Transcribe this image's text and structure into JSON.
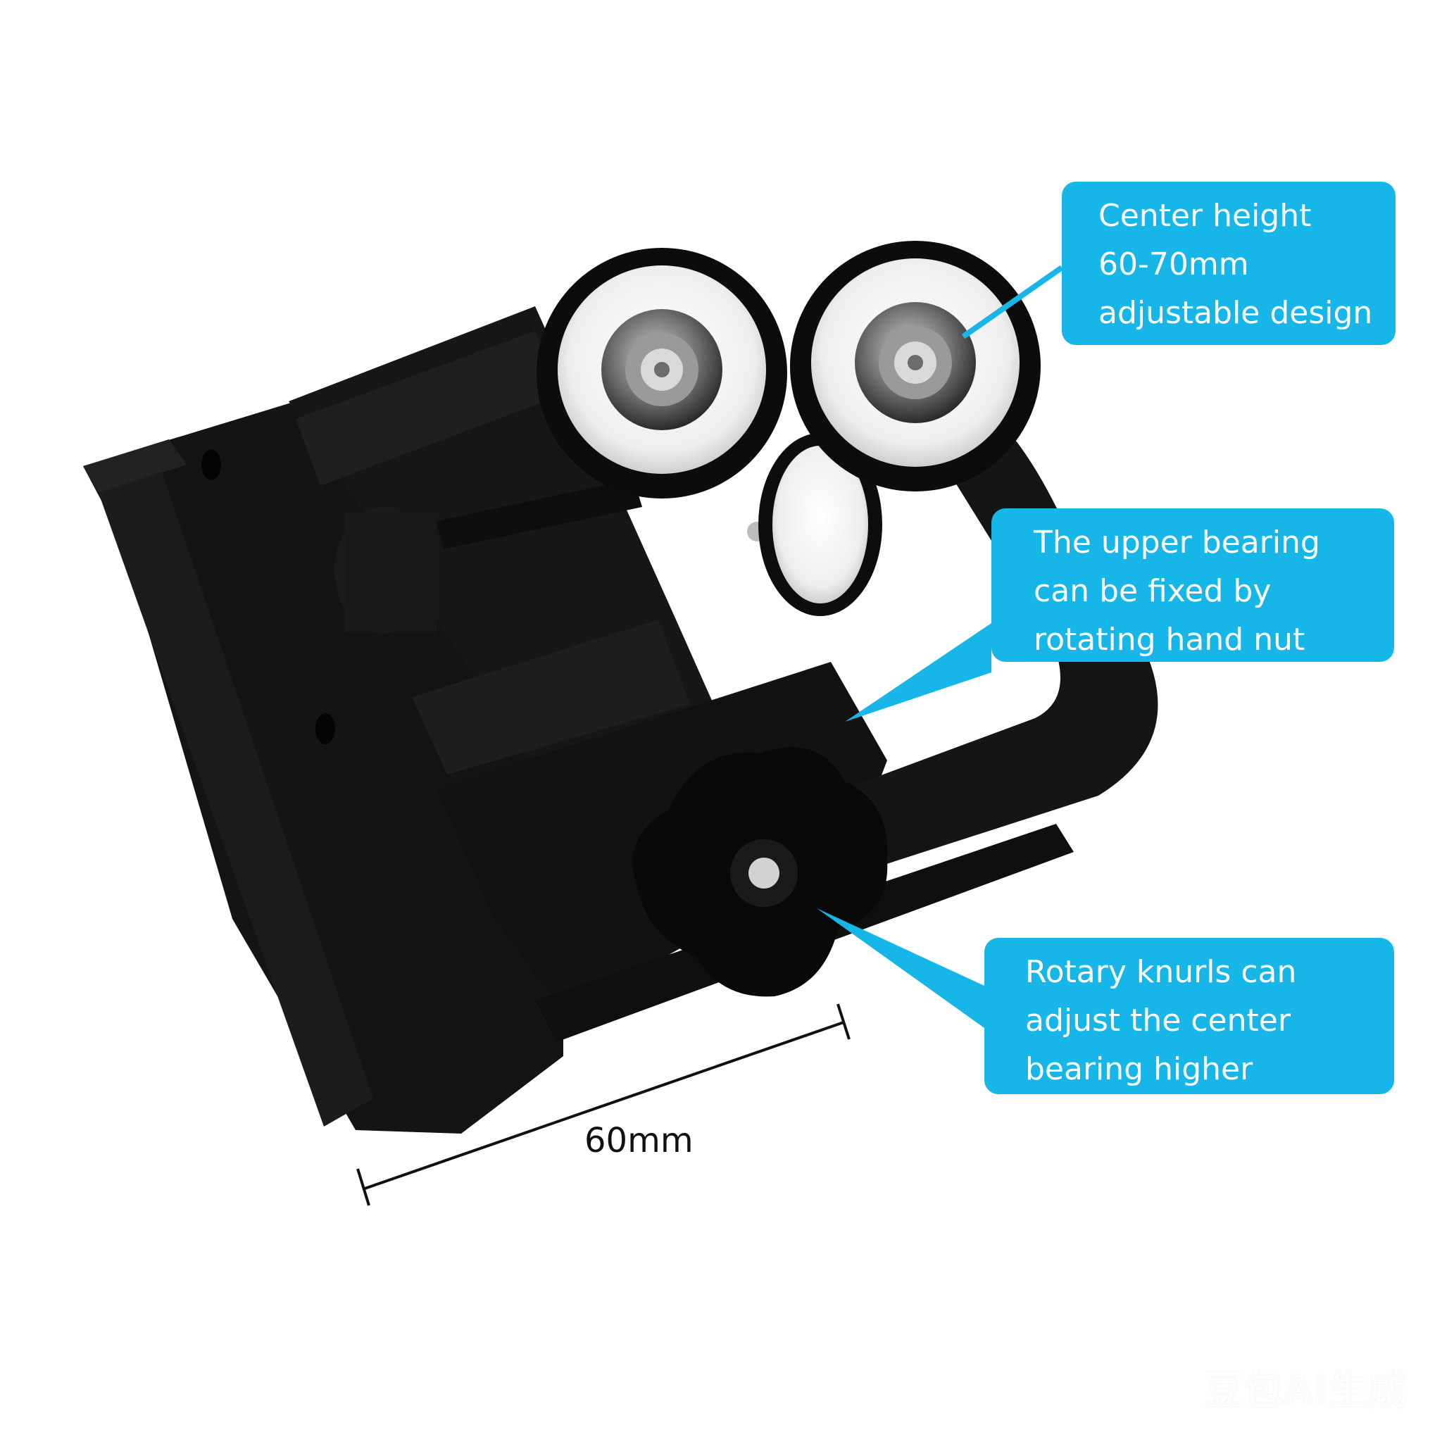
{
  "callouts": [
    {
      "lines": [
        "Center height",
        "60-70mm",
        "adjustable design"
      ]
    },
    {
      "lines": [
        "The upper bearing",
        "can be fixed by",
        "rotating hand nut"
      ]
    },
    {
      "lines": [
        "Rotary knurls can",
        "adjust the center",
        "bearing higher"
      ]
    }
  ],
  "dimension": {
    "label": "60mm"
  },
  "watermark": "豆包AI生成",
  "colors": {
    "callout_bg": "#16b6e8",
    "part": "#141414",
    "wheel": "#f2f2f2"
  },
  "icons": [
    "bracket-photo",
    "roller-wheel",
    "knob"
  ]
}
